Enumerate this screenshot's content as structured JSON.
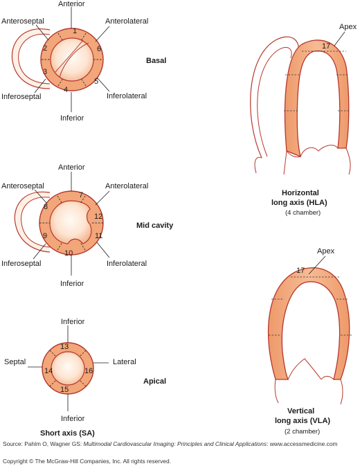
{
  "basal": {
    "title": "Basal",
    "labels": {
      "anterior": "Anterior",
      "anterolateral": "Anterolateral",
      "anteroseptal": "Anteroseptal",
      "inferoseptal": "Inferoseptal",
      "inferior": "Inferior",
      "inferolateral": "Inferolateral"
    },
    "segments": [
      "1",
      "2",
      "3",
      "4",
      "5",
      "6"
    ]
  },
  "mid": {
    "title": "Mid cavity",
    "labels": {
      "anterior": "Anterior",
      "anterolateral": "Anterolateral",
      "anteroseptal": "Anteroseptal",
      "inferoseptal": "Inferoseptal",
      "inferior": "Inferior",
      "inferolateral": "Inferolateral"
    },
    "segments": [
      "7",
      "8",
      "9",
      "10",
      "11",
      "12"
    ]
  },
  "apical": {
    "title": "Apical",
    "labels": {
      "inferior_top": "Inferior",
      "septal": "Septal",
      "lateral": "Lateral",
      "inferior_bottom": "Inferior"
    },
    "segments": [
      "13",
      "14",
      "15",
      "16"
    ]
  },
  "short_axis": {
    "title": "Short axis (SA)"
  },
  "hla": {
    "apex": "Apex",
    "segment": "17",
    "title_line1": "Horizontal",
    "title_line2": "long axis (HLA)",
    "subtitle": "(4 chamber)"
  },
  "vla": {
    "apex": "Apex",
    "segment": "17",
    "title_line1": "Vertical",
    "title_line2": "long axis (VLA)",
    "subtitle": "(2 chamber)"
  },
  "footer": {
    "source_prefix": "Source: Pahlm O, Wagner GS: ",
    "source_title": "Multimodal Cardiovascular Imaging: Principles and Clinical Applications",
    "source_suffix": ": www.accessmedicine.com",
    "copyright": "Copyright © The McGraw-Hill Companies, Inc. All rights reserved."
  },
  "colors": {
    "myocardium": "#f2a679",
    "myocardium_light": "#fcd9c2",
    "outline": "#b5362b",
    "text": "#1a1a1a"
  }
}
